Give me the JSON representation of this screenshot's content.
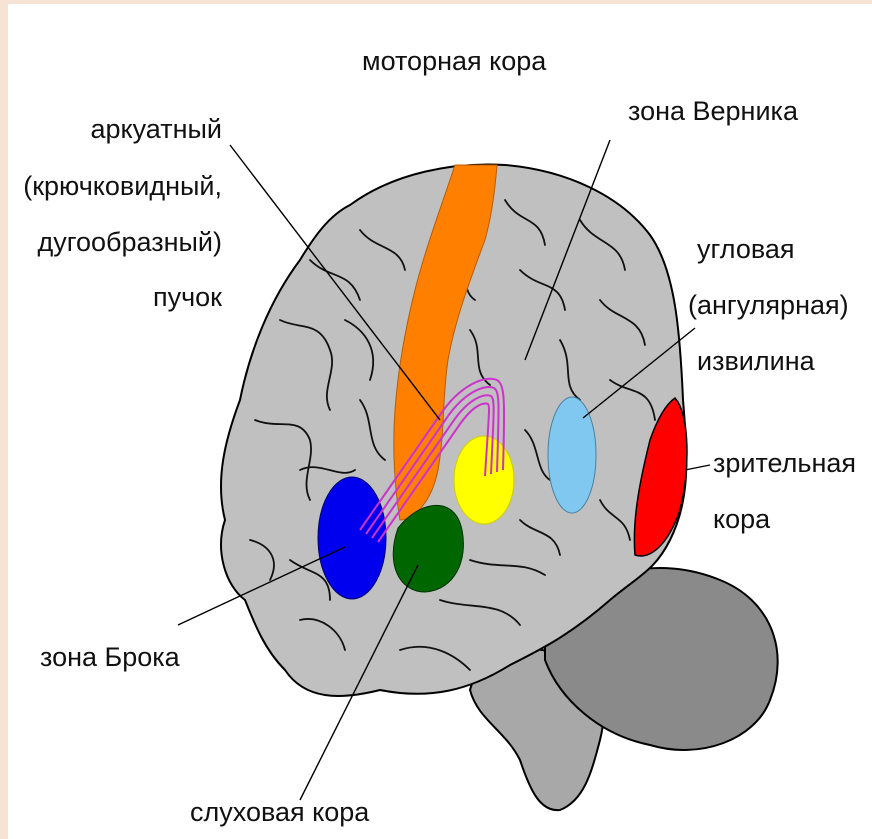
{
  "title": "",
  "labels": {
    "motor_cortex": "моторная кора",
    "wernicke": "зона Верника",
    "arcuate": [
      "аркуатный",
      "(крючковидный,",
      "дугообразный)",
      "пучок"
    ],
    "angular": [
      "угловая",
      "(ангулярная)",
      "извилина"
    ],
    "visual": [
      "зрительная",
      "кора"
    ],
    "broca": "зона Брока",
    "auditory": "слуховая кора"
  },
  "colors": {
    "background": "#f7e3d3",
    "brain": "#c0c0c0",
    "cerebellum": "#8a8a8a",
    "motor_cortex": "#ff8000",
    "broca": "#0000ee",
    "auditory": "#006600",
    "wernicke": "#ffff00",
    "angular": "#80c8f0",
    "visual": "#ff0000",
    "arcuate_fibers": "#cc33cc",
    "title": "#1f2f8a"
  }
}
